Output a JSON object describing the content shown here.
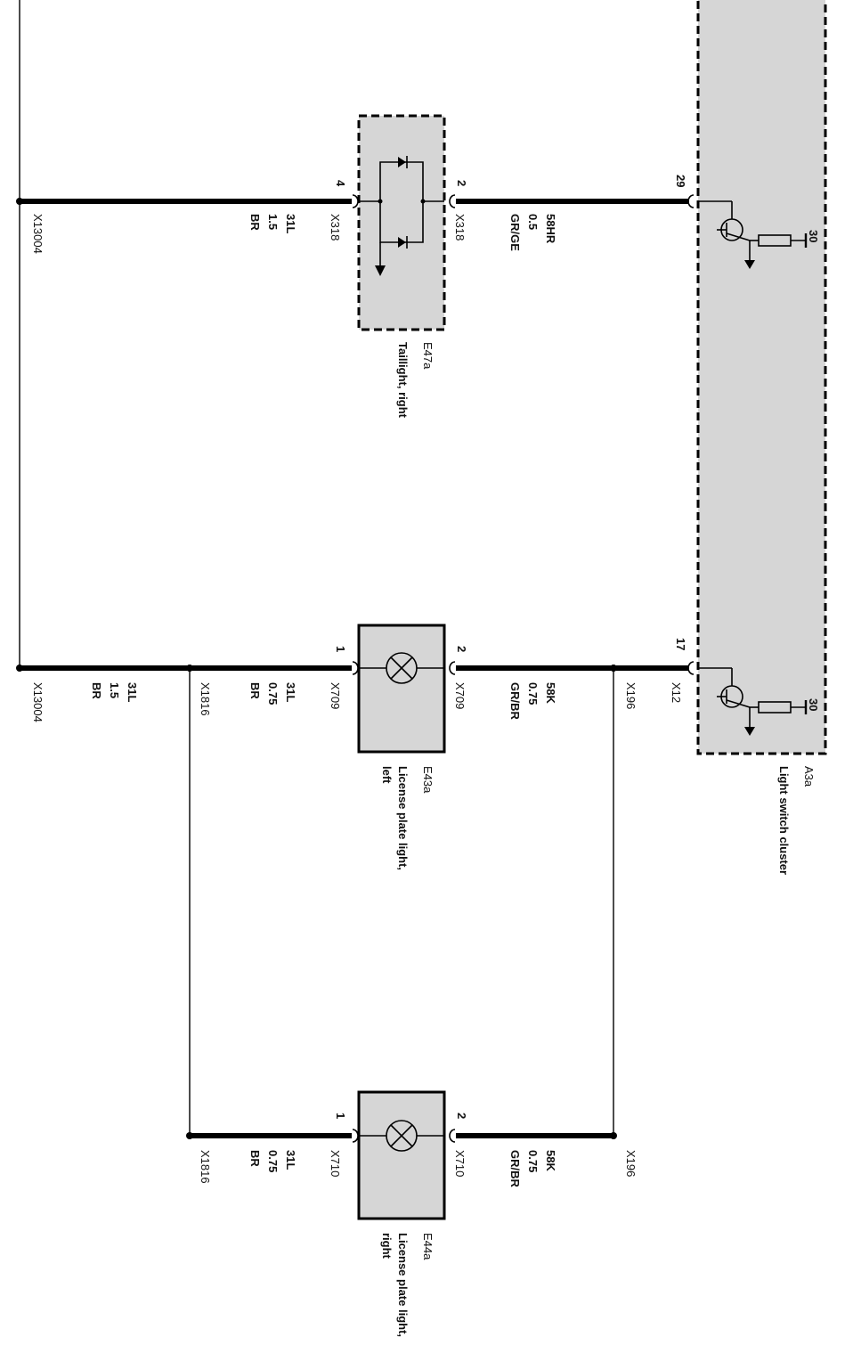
{
  "components": {
    "a3a": {
      "id": "A3a",
      "name": "Light switch cluster"
    },
    "e47a": {
      "id": "E47a",
      "name": "Taillight, right"
    },
    "e43a": {
      "id": "E43a",
      "name_l1": "License plate light,",
      "name_l2": "left"
    },
    "e44a": {
      "id": "E44a",
      "name_l1": "License plate light,",
      "name_l2": "right"
    }
  },
  "pins": {
    "a3a_29": "29",
    "a3a_17": "17",
    "a3a_30_top": "30",
    "a3a_30_bottom": "30",
    "e47a_4": "4",
    "e47a_2": "2",
    "e43a_1": "1",
    "e43a_2": "2",
    "e44a_1": "1",
    "e44a_2": "2"
  },
  "connectors": {
    "x13004_top": "X13004",
    "x13004_mid": "X13004",
    "x318_left": "X318",
    "x318_right": "X318",
    "x709_left": "X709",
    "x709_right": "X709",
    "x710_left": "X710",
    "x710_right": "X710",
    "x1816_top": "X1816",
    "x1816_bottom": "X1816",
    "x196_top": "X196",
    "x196_bottom": "X196",
    "x12": "X12"
  },
  "wires": {
    "w1": {
      "signal": "31L",
      "gauge": "1.5",
      "color": "BR"
    },
    "w2": {
      "signal": "58HR",
      "gauge": "0.5",
      "color": "GR/GE"
    },
    "w3": {
      "signal": "31L",
      "gauge": "1.5",
      "color": "BR"
    },
    "w4": {
      "signal": "31L",
      "gauge": "0.75",
      "color": "BR"
    },
    "w5": {
      "signal": "58K",
      "gauge": "0.75",
      "color": "GR/BR"
    },
    "w6": {
      "signal": "31L",
      "gauge": "0.75",
      "color": "BR"
    },
    "w7": {
      "signal": "58K",
      "gauge": "0.75",
      "color": "GR/BR"
    }
  }
}
